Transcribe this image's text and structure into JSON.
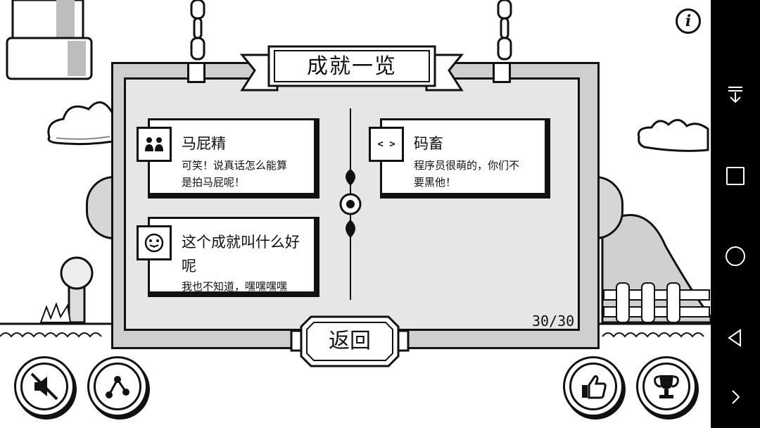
{
  "dialog": {
    "title": "成就一览",
    "counter": "30/30",
    "back_label": "返回"
  },
  "achievements": [
    {
      "icon": "people-icon",
      "title": "马屁精",
      "desc_line1": "可笑！说真话怎么能算",
      "desc_line2": "是拍马屁呢！"
    },
    {
      "icon": "code-brackets-icon",
      "icon_text": "< >",
      "title": "码畜",
      "desc_line1": "程序员很萌的，你们不",
      "desc_line2": "要黑他！"
    },
    {
      "icon": "tongue-face-icon",
      "title_line1": "这个成就叫什么好",
      "title_line2": "呢",
      "desc_line1": "我也不知道，嘿嘿嘿嘿"
    }
  ],
  "controls": {
    "info_label": "i",
    "mute_icon": "speaker-muted-icon",
    "share_icon": "share-icon",
    "like_icon": "thumbs-up-icon",
    "trophy_icon": "trophy-icon"
  },
  "navbar": {
    "items": [
      "notification-pull-icon",
      "recents-square-icon",
      "home-circle-icon",
      "back-triangle-icon",
      "chevron-right-icon"
    ]
  }
}
